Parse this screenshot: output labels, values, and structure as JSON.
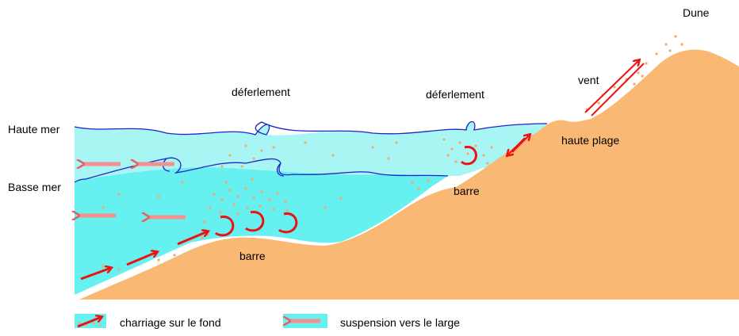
{
  "labels": {
    "dune": "Dune",
    "vent": "vent",
    "deferlement_1": "déferlement",
    "deferlement_2": "déferlement",
    "haute_mer": "Haute mer",
    "basse_mer": "Basse mer",
    "haute_plage": "haute plage",
    "barre_1": "barre",
    "barre_2": "barre"
  },
  "legend": {
    "charriage": "charriage sur le fond",
    "suspension": "suspension vers le large"
  },
  "colors": {
    "sand": "#F9B874",
    "sand_grain": "#F6A86A",
    "water_high": "#A8F6F4",
    "water_low": "#66F0F0",
    "wave_line": "#2222CC",
    "bedload_arrow": "#EE1111",
    "suspension_arrow": "#F59090"
  },
  "icons": {
    "bedload": "red-arrow-icon",
    "suspension": "pink-arrow-icon",
    "vortex": "vortex-icon"
  }
}
